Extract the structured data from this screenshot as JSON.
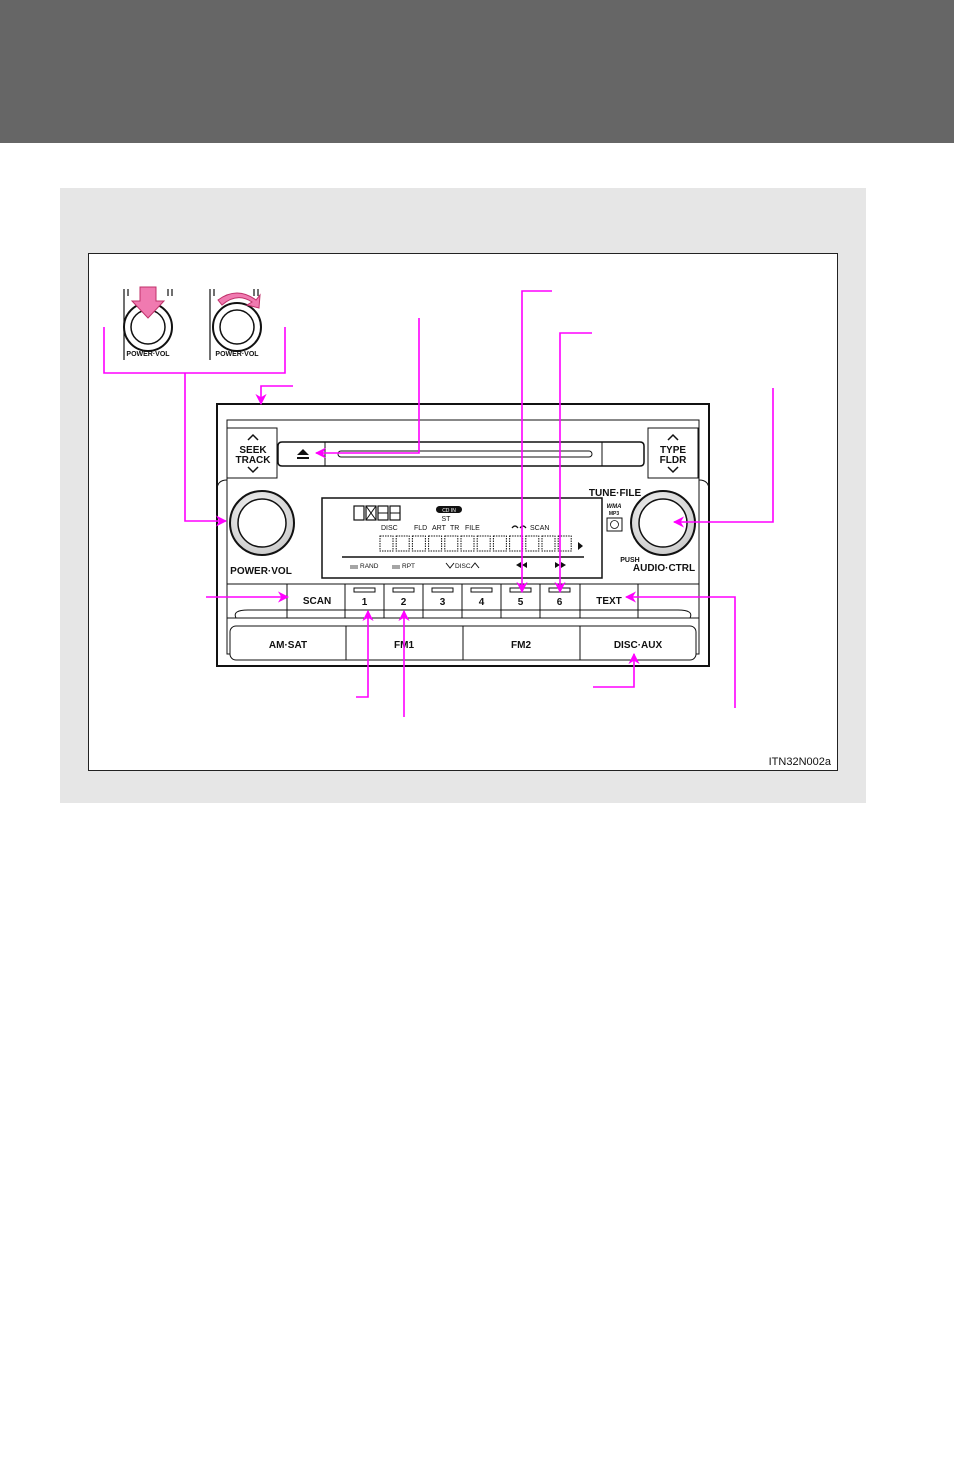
{
  "figure": {
    "code": "ITN32N002a"
  },
  "knob_insets": {
    "press_label": "POWER·VOL",
    "turn_label": "POWER·VOL"
  },
  "radio": {
    "seek_track": "SEEK",
    "seek_track_2": "TRACK",
    "type_fldr": "TYPE",
    "type_fldr_2": "FLDR",
    "tune_file": "TUNE·FILE",
    "power_vol": "POWER·VOL",
    "push": "PUSH",
    "audio_ctrl": "AUDIO·CTRL",
    "wma": "WMA",
    "mp3": "MP3",
    "scan": "SCAN",
    "presets": [
      "1",
      "2",
      "3",
      "4",
      "5",
      "6"
    ],
    "text": "TEXT",
    "am_sat": "AM·SAT",
    "fm1": "FM1",
    "fm2": "FM2",
    "disc_aux": "DISC·AUX"
  },
  "display": {
    "cd_in": "CD IN",
    "st": "ST",
    "disc": "DISC",
    "fld": "FLD",
    "art": "ART",
    "tr": "TR",
    "file": "FILE",
    "scan": "SCAN",
    "rand": "RAND",
    "rpt": "RPT",
    "disc_updown": "DISC"
  },
  "colors": {
    "header": "#666666",
    "panel": "#e6e6e6",
    "callout": "#ff00ff",
    "press_arrow": "#f07ab0"
  }
}
